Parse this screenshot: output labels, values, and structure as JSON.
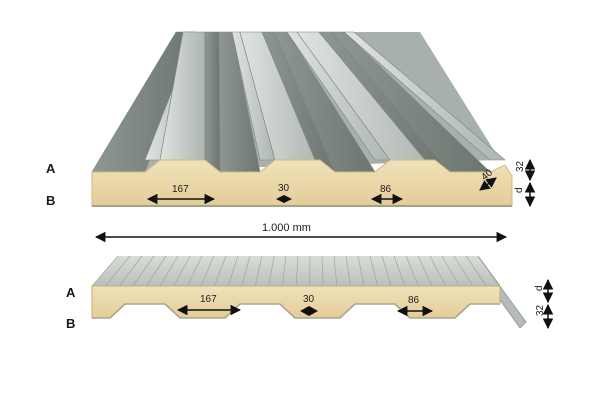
{
  "panel_top": {
    "label_a": "A",
    "label_b": "B",
    "dim_rib_spacing": "167",
    "dim_crest": "30",
    "dim_valley": "86",
    "dim_edge": "40",
    "dim_height": "32",
    "dim_thickness": "d"
  },
  "width_label": "1.000 mm",
  "panel_bottom": {
    "label_a": "A",
    "label_b": "B",
    "dim_rib_spacing": "167",
    "dim_crest": "30",
    "dim_valley": "86",
    "dim_thickness": "d",
    "dim_height": "32"
  },
  "colors": {
    "steel_light": "#c9cfcb",
    "steel_mid": "#9aa39d",
    "steel_dark": "#6f7873",
    "foam": "#ecd9ad",
    "foam_edge": "#d9c18c",
    "line": "#111111"
  }
}
